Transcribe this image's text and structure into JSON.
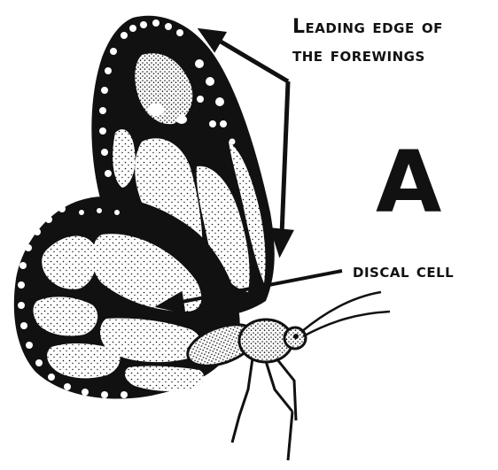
{
  "labels": {
    "leading_edge_line1": "Leading edge of",
    "leading_edge_line2": "the forewings",
    "discal_cell": "discal cell",
    "panel_letter": "A"
  },
  "colors": {
    "ink": "#111111",
    "paper": "#ffffff"
  }
}
